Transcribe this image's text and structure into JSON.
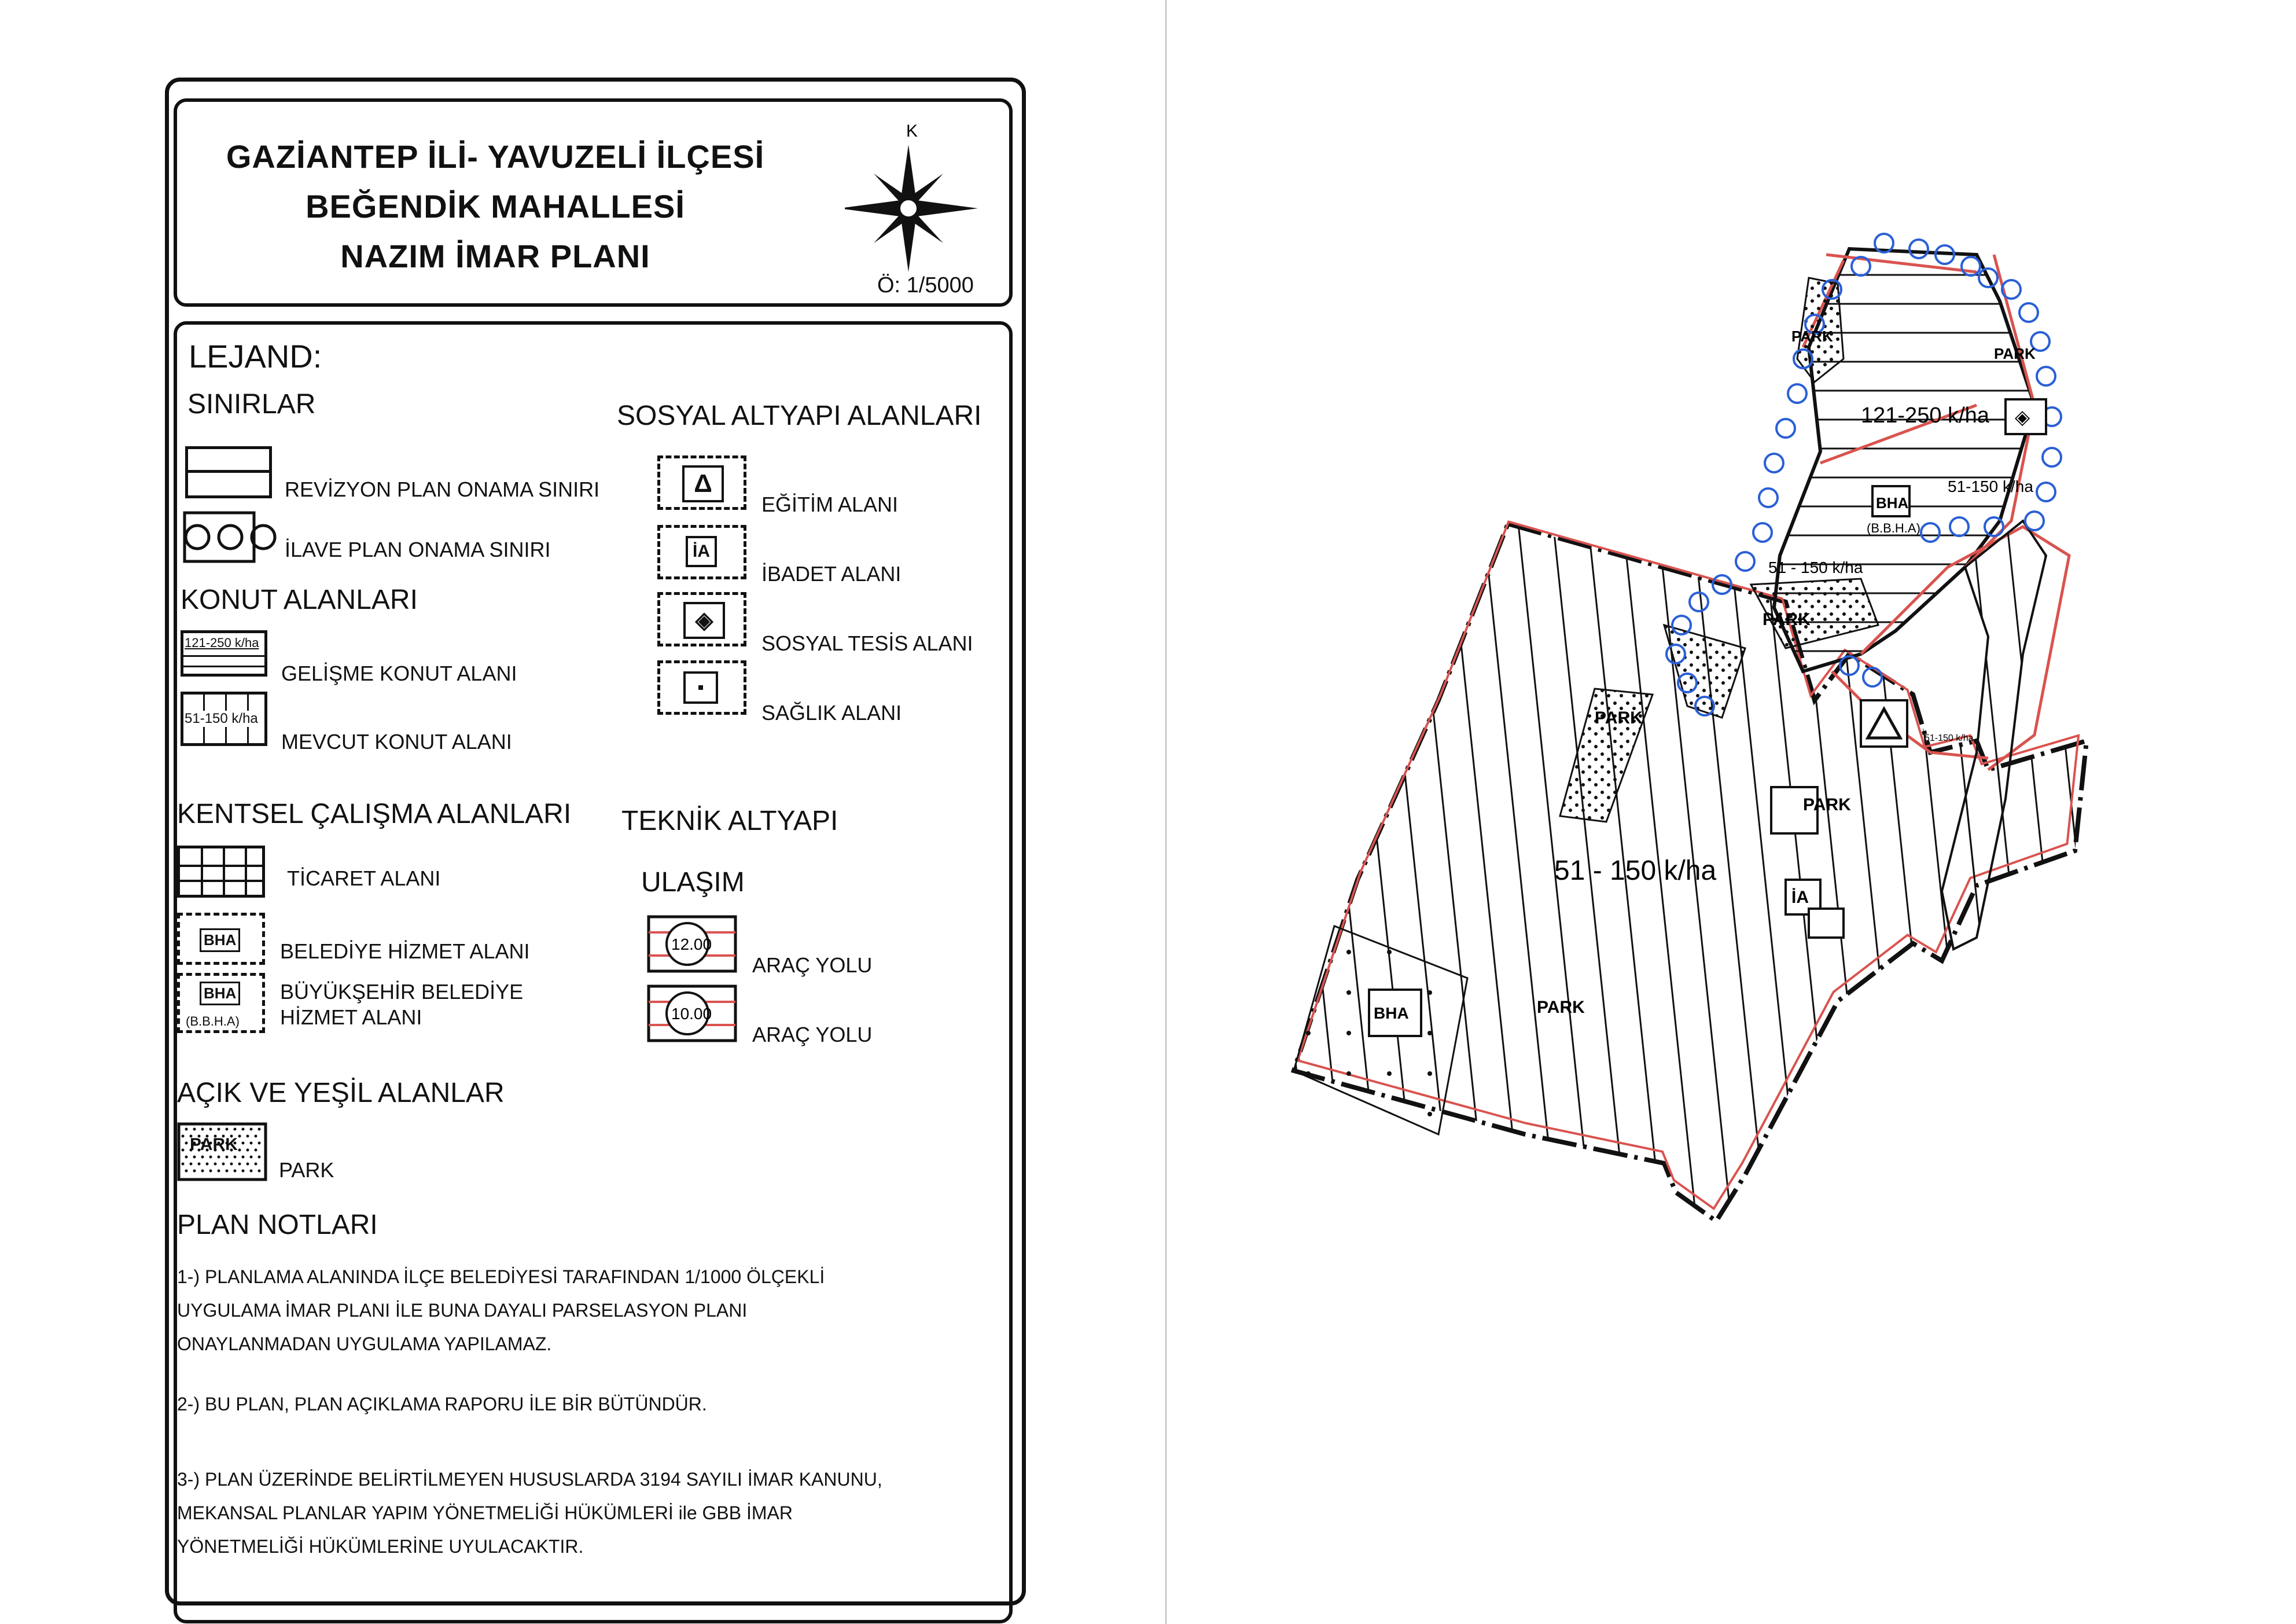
{
  "title": {
    "line1": "GAZİANTEP İLİ- YAVUZELİ İLÇESİ",
    "line2": "BEĞENDİK MAHALLESİ",
    "line3": "NAZIM İMAR PLANI",
    "north": "K",
    "scale": "Ö: 1/5000"
  },
  "legend": {
    "heading": "LEJAND:",
    "boundaries": {
      "heading": "SINIRLAR",
      "items": [
        "REVİZYON PLAN ONAMA SINIRI",
        "İLAVE PLAN ONAMA  SINIRI"
      ]
    },
    "residential": {
      "heading": "KONUT ALANLARI",
      "items": [
        {
          "symbol": "121-250 k/ha",
          "label": "GELİŞME KONUT ALANI"
        },
        {
          "symbol": "51-150 k/ha",
          "label": "MEVCUT KONUT ALANI"
        }
      ]
    },
    "urban_work": {
      "heading": "KENTSEL ÇALIŞMA  ALANLARI",
      "items": [
        {
          "symbol": "",
          "label": "TİCARET ALANI"
        },
        {
          "symbol": "BHA",
          "label": "BELEDİYE HİZMET ALANI"
        },
        {
          "symbol": "BHA",
          "symbol2": "(B.B.H.A)",
          "label": "BÜYÜKŞEHİR BELEDİYE",
          "label2": "HİZMET ALANI"
        }
      ]
    },
    "green": {
      "heading": "AÇIK VE YEŞİL ALANLAR",
      "items": [
        {
          "symbol": "PARK",
          "label": "PARK"
        }
      ]
    },
    "social": {
      "heading": "SOSYAL ALTYAPI ALANLARI",
      "items": [
        {
          "symbol": "Δ",
          "label": "EĞİTİM ALANI"
        },
        {
          "symbol": "İA",
          "label": "İBADET ALANI"
        },
        {
          "symbol": "◈",
          "label": "SOSYAL TESİS ALANI"
        },
        {
          "symbol": "",
          "label": "SAĞLIK ALANI"
        }
      ]
    },
    "technical": {
      "heading": "TEKNİK ALTYAPI",
      "sub": "ULAŞIM",
      "items": [
        {
          "symbol": "12.00",
          "label": "ARAÇ YOLU"
        },
        {
          "symbol": "10.00",
          "label": "ARAÇ YOLU"
        }
      ]
    }
  },
  "notes": {
    "heading": "PLAN NOTLARI",
    "items": [
      "1-) PLANLAMA ALANINDA İLÇE BELEDİYESİ   TARAFINDAN  1/1000 ÖLÇEKLİ UYGULAMA İMAR PLANI İLE BUNA DAYALI PARSELASYON PLANI ONAYLANMADAN UYGULAMA YAPILAMAZ.",
      "2-) BU PLAN, PLAN AÇIKLAMA RAPORU İLE BİR BÜTÜNDÜR.",
      "3-) PLAN ÜZERİNDE BELİRTİLMEYEN HUSUSLARDA 3194 SAYILI İMAR KANUNU, MEKANSAL PLANLAR YAPIM YÖNETMELİĞİ HÜKÜMLERİ ile GBB İMAR YÖNETMELİĞİ HÜKÜMLERİNE UYULACAKTIR."
    ]
  },
  "map": {
    "labels": {
      "density_main": "51 - 150 k/ha",
      "density_north": "121-250 k/ha",
      "density_mid": "51 - 150 k/ha",
      "density_ne": "51-150 k/ha",
      "density_e": "51-150 k/ha",
      "park": "PARK",
      "bha": "BHA",
      "bbha": "(B.B.H.A)",
      "ia": "İA"
    },
    "colors": {
      "road": "#d9534f",
      "boundary": "#111111",
      "extra_boundary": "#2a5fd6"
    }
  }
}
